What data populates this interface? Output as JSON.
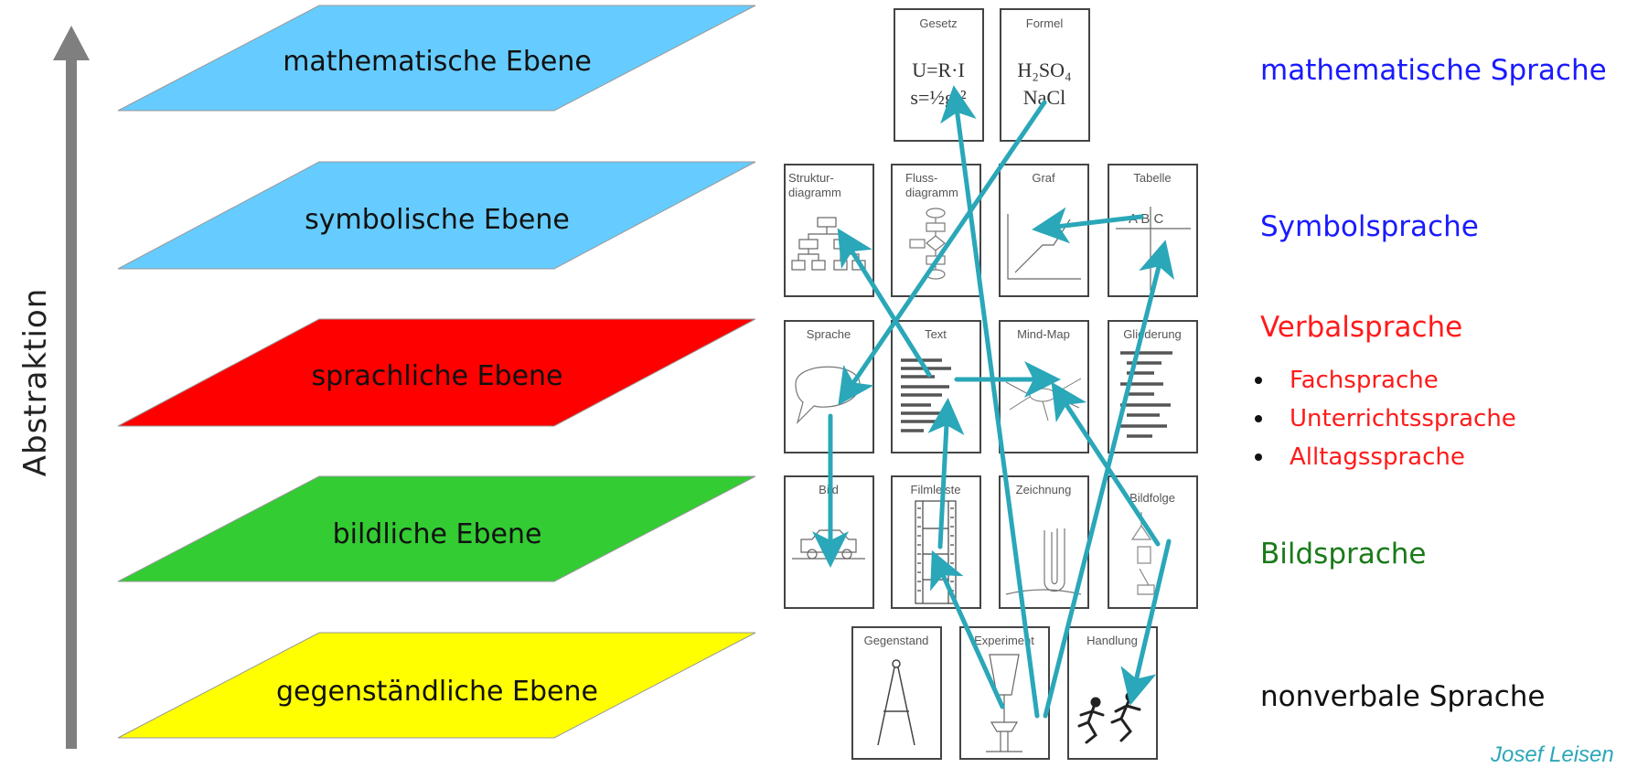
{
  "axis": {
    "label": "Abstraktion"
  },
  "levels": [
    {
      "label": "mathematische Ebene",
      "color": "#66ccff"
    },
    {
      "label": "symbolische Ebene",
      "color": "#66ccff"
    },
    {
      "label": "sprachliche Ebene",
      "color": "#ff0000"
    },
    {
      "label": "bildliche Ebene",
      "color": "#33cc33"
    },
    {
      "label": "gegenständliche Ebene",
      "color": "#ffff00"
    }
  ],
  "cards": {
    "gesetz": {
      "title": "Gesetz",
      "line1": "U=R·I",
      "line2": "s=½gt²"
    },
    "formel": {
      "title": "Formel",
      "line1": "H₂SO₄",
      "line2": "NaCl"
    },
    "struktur": {
      "title1": "Struktur-",
      "title2": "diagramm"
    },
    "fluss": {
      "title1": "Fluss-",
      "title2": "diagramm"
    },
    "graf": {
      "title": "Graf"
    },
    "tabelle": {
      "title": "Tabelle",
      "cols": "A  B  C"
    },
    "sprache": {
      "title": "Sprache"
    },
    "text": {
      "title": "Text"
    },
    "mindmap": {
      "title": "Mind-Map"
    },
    "gliederung": {
      "title": "Gliederung"
    },
    "bild": {
      "title": "Bild"
    },
    "filmleiste": {
      "title": "Filmleiste"
    },
    "zeichnung": {
      "title": "Zeichnung"
    },
    "bildfolge": {
      "title": "Bildfolge"
    },
    "gegenstand": {
      "title": "Gegenstand"
    },
    "experiment": {
      "title": "Experiment"
    },
    "handlung": {
      "title": "Handlung"
    }
  },
  "languages": {
    "math": {
      "label": "mathematische Sprache",
      "color": "#1a1aff"
    },
    "symbol": {
      "label": "Symbolsprache",
      "color": "#1a1aff"
    },
    "verbal": {
      "label": "Verbalsprache",
      "color": "#ff1a1a"
    },
    "verbal_items": [
      "Fachsprache",
      "Unterrichtssprache",
      "Alltagssprache"
    ],
    "bild": {
      "label": "Bildsprache",
      "color": "#1a7a1a"
    },
    "nonverbal": {
      "label": "nonverbale Sprache",
      "color": "#111111"
    }
  },
  "credit": {
    "text": "Josef Leisen",
    "color": "#2aa7b8"
  },
  "colors": {
    "arrow": "#2aa7b8",
    "axis": "#7f7f7f",
    "card_border": "#444444"
  }
}
